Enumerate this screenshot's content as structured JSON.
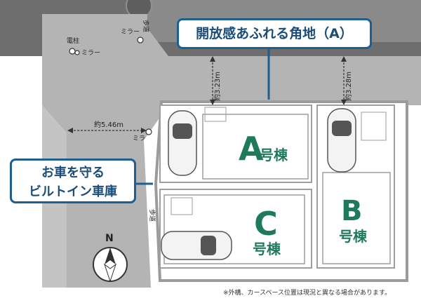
{
  "callouts": {
    "corner": "開放感あふれる角地（A）",
    "builtin_line1": "お車を守る",
    "builtin_line2": "ビルトイン車庫"
  },
  "measurements": {
    "road_top_left": "約3.23m",
    "road_top_right": "約3.28m",
    "road_side": "約5.46m"
  },
  "labels": {
    "utility_pole": "電柱",
    "mirror": "ミラー",
    "mirror_short": "ミラ",
    "walkway": "歩道",
    "north": "N"
  },
  "lots": {
    "a": {
      "letter": "A",
      "suffix": "号棟"
    },
    "b": {
      "letter": "B",
      "suffix": "号棟"
    },
    "c": {
      "letter": "C",
      "suffix": "号棟"
    }
  },
  "note": "※外構、カースペース位置は現況と異なる場合があります。",
  "colors": {
    "lot_letter": "#1f7a5c",
    "callout_border": "#1e5f8f",
    "road": "#b4b4b4"
  }
}
